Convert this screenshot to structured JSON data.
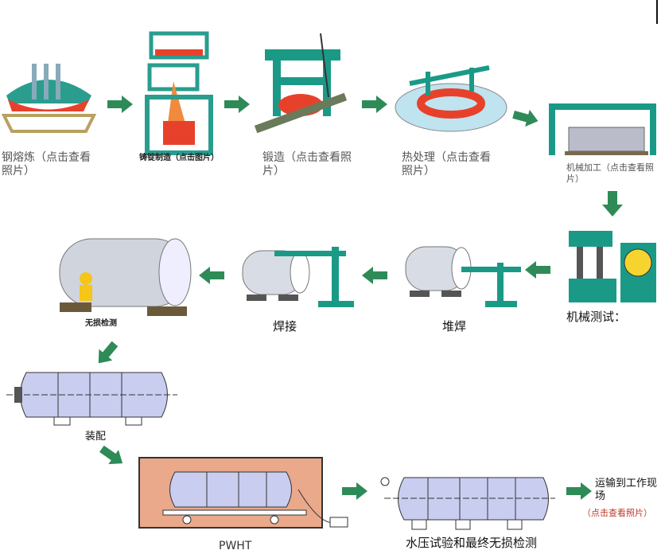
{
  "title": "Pressure vessel manufacturing process flow",
  "steps": {
    "steel_melting": "钢熔炼（点击查看照片）",
    "ingot_making": "铸锭制造（点击图片）",
    "forging": "锻造（点击查看照片）",
    "heat_treatment": "热处理（点击查看照片）",
    "machining": "机械加工（点击查看照片）",
    "mechanical_test": "机械测试：",
    "overlay_welding": "堆焊",
    "welding": "焊接",
    "ndt": "无损检测",
    "assembly": "装配",
    "pwht": "PWHT",
    "hydro_test": "水压试验和最终无损检测",
    "transport": "运输到工作现场",
    "transport_link": "（点击查看照片）"
  },
  "colors": {
    "arrow": "#2e8b57",
    "machine": "#1a9a86",
    "molten": "#e8412b",
    "vessel": "#c9cdf0",
    "furnace": "#e9a98a"
  }
}
